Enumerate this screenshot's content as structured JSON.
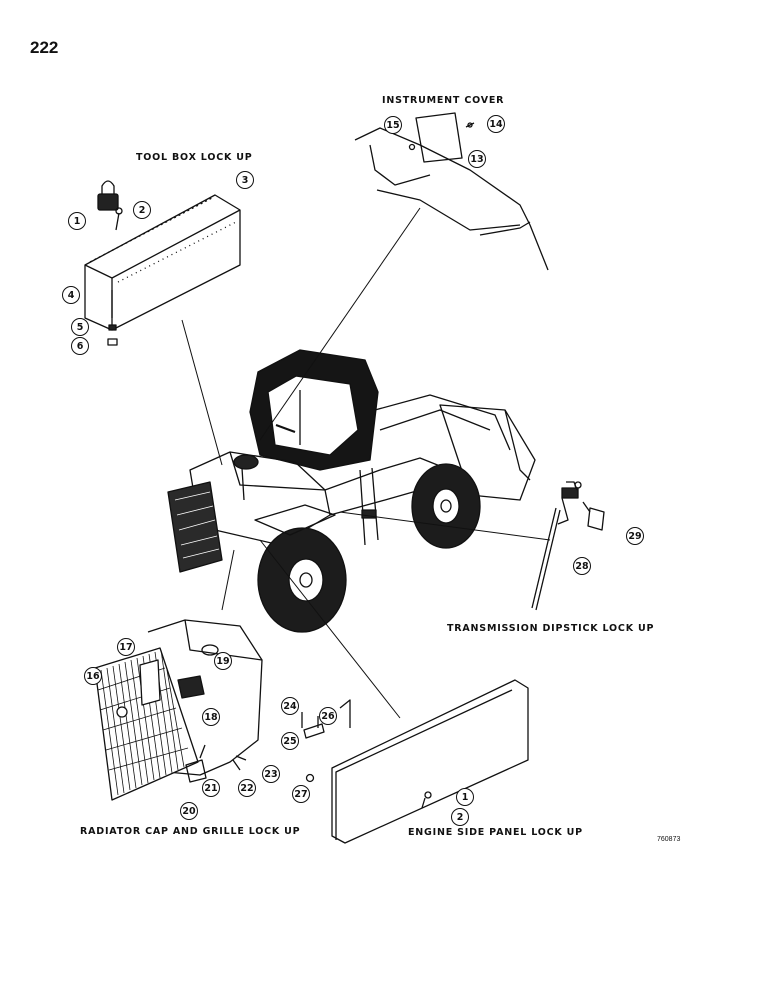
{
  "page": {
    "number": "222",
    "figure_code": "760873"
  },
  "labels": {
    "instrument_cover": "INSTRUMENT COVER",
    "tool_box_lock_up": "TOOL BOX LOCK UP",
    "transmission_dipstick_lock_up": "TRANSMISSION DIPSTICK LOCK UP",
    "radiator_cap_and_grille_lock_up": "RADIATOR CAP AND GRILLE LOCK UP",
    "engine_side_panel_lock_up": "ENGINE SIDE PANEL LOCK UP"
  },
  "callouts": {
    "tb_1": "1",
    "tb_2": "2",
    "tb_3": "3",
    "tb_4": "4",
    "tb_5": "5",
    "tb_6": "6",
    "ic_13": "13",
    "ic_14": "14",
    "ic_15": "15",
    "rg_16": "16",
    "rg_17": "17",
    "rg_18": "18",
    "rg_19": "19",
    "rg_20": "20",
    "rg_21": "21",
    "rg_22": "22",
    "rg_23": "23",
    "rg_24": "24",
    "rg_25": "25",
    "rg_26": "26",
    "rg_27": "27",
    "td_28": "28",
    "td_29": "29",
    "sp_1": "1",
    "sp_2": "2"
  }
}
